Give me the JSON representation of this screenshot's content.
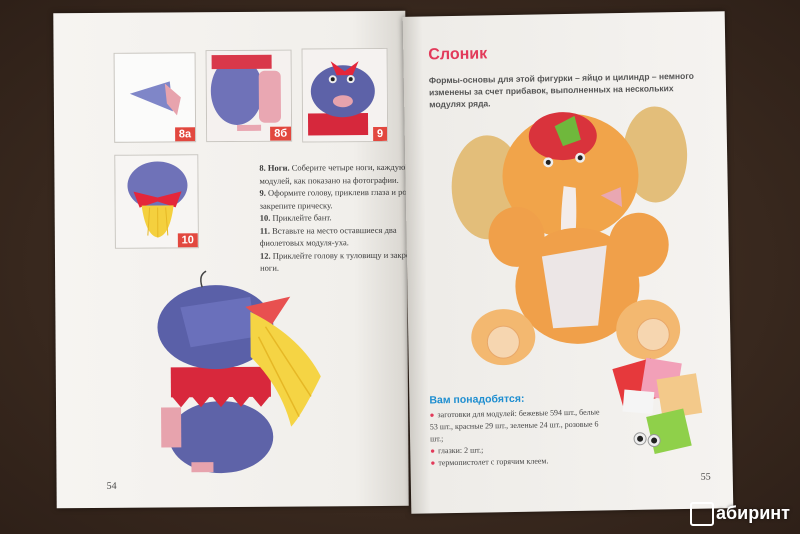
{
  "left_page": {
    "tags": {
      "a": "8а",
      "b": "8б",
      "c": "9",
      "d": "10"
    },
    "steps": [
      {
        "num": "8.",
        "bold": "Ноги.",
        "text": " Соберите четыре ноги, каждую из двух модулей, как показано на фотографии."
      },
      {
        "num": "9.",
        "bold": "",
        "text": " Оформите голову, приклеив глаза и ротик, закрепите прическу."
      },
      {
        "num": "10.",
        "bold": "",
        "text": " Приклейте бант."
      },
      {
        "num": "11.",
        "bold": "",
        "text": " Вставьте на место оставшиеся два фиолетовых модуля-уха."
      },
      {
        "num": "12.",
        "bold": "",
        "text": " Приклейте голову к туловищу и закрепите ноги."
      }
    ],
    "page_number": "54"
  },
  "right_page": {
    "title": "Слоник",
    "intro": "Формы-основы для этой фигурки – яйцо и цилиндр – немного изменены за счет прибавок, выполненных на нескольких модулях ряда.",
    "need_title": "Вам понадобятся:",
    "need_items": [
      "заготовки для модулей: бежевые 594 шт., белые 53 шт., красные 29 шт., зеленые 24 шт., розовые 6 шт.;",
      "глазки: 2 шт.;",
      "термопистолет с горячим клеем."
    ],
    "page_number": "55"
  },
  "watermark": {
    "text": "абиринт"
  },
  "colors": {
    "title_pink": "#e23a5a",
    "heading_blue": "#1e8ed0",
    "tag_red": "#e2483f"
  }
}
